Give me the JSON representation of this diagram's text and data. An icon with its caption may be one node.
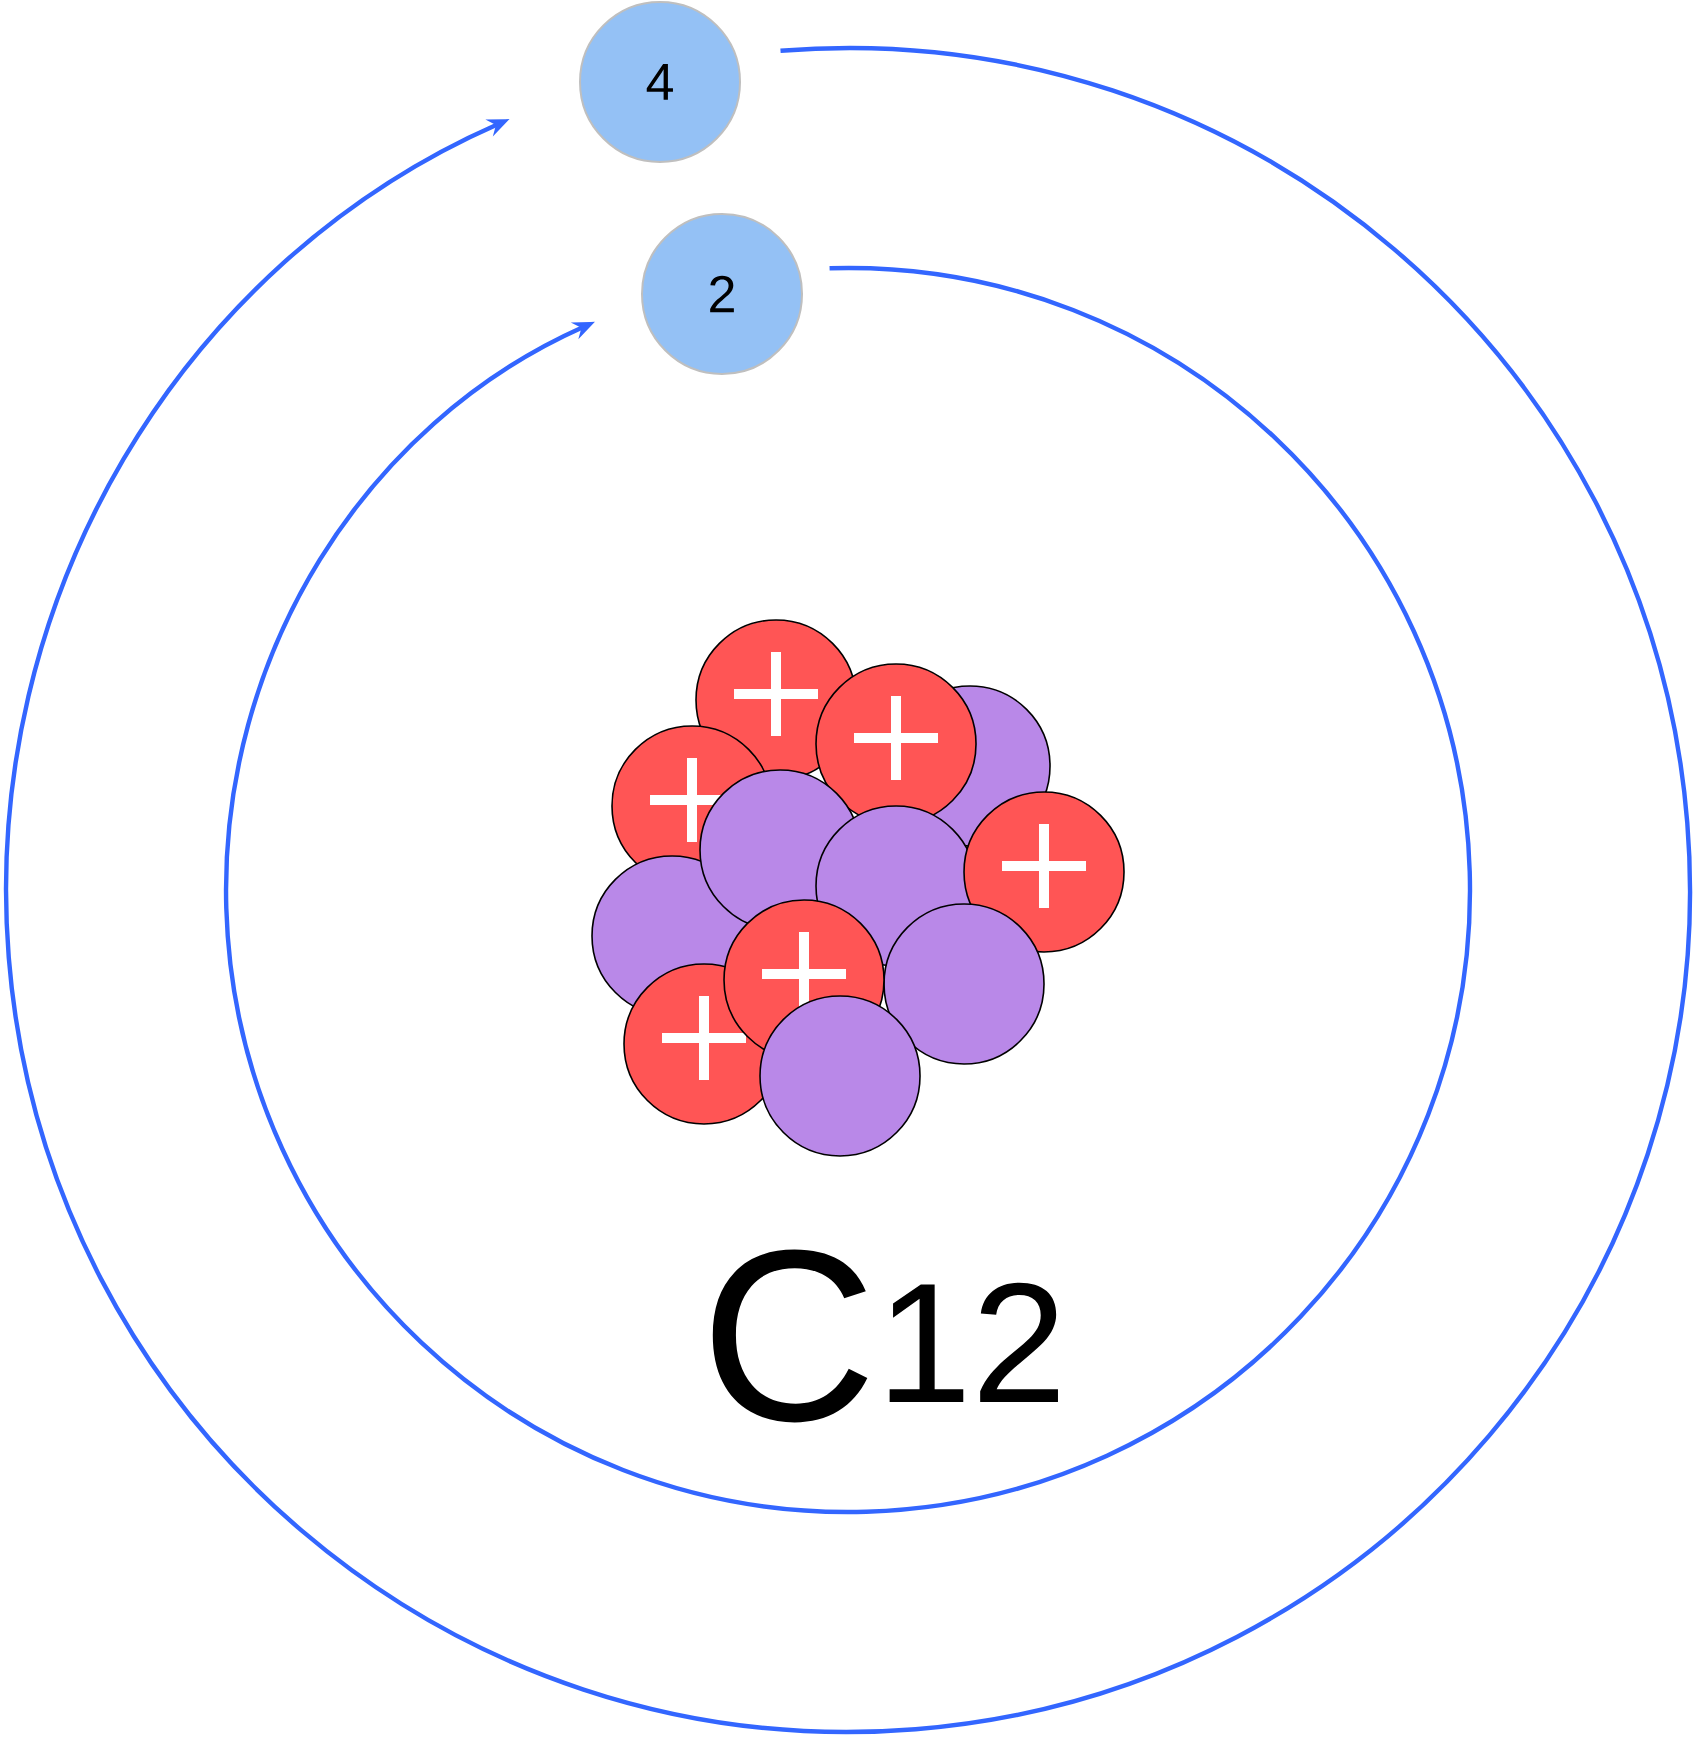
{
  "diagram": {
    "nodes": [
      {
        "text": [
          "4"
        ]
      },
      {
        "text": [
          "2"
        ]
      }
    ],
    "labels": [
      "C$^{12}$"
    ]
  }
}
